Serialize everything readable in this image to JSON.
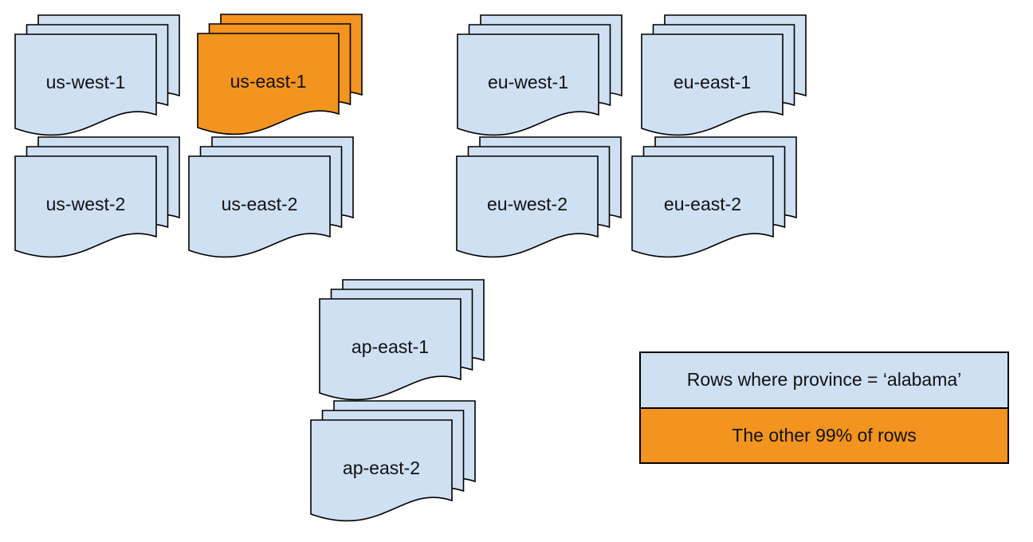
{
  "diagram": {
    "description": "Document stacks representing database regions; one region highlighted",
    "colors": {
      "normal_fill": "#cfe0f3",
      "highlighted_fill": "#f2941f",
      "stroke": "#000000"
    },
    "regions": [
      {
        "id": "us-west-1",
        "label": "us-west-1",
        "highlighted": false
      },
      {
        "id": "us-east-1",
        "label": "us-east-1",
        "highlighted": true
      },
      {
        "id": "eu-west-1",
        "label": "eu-west-1",
        "highlighted": false
      },
      {
        "id": "eu-east-1",
        "label": "eu-east-1",
        "highlighted": false
      },
      {
        "id": "us-west-2",
        "label": "us-west-2",
        "highlighted": false
      },
      {
        "id": "us-east-2",
        "label": "us-east-2",
        "highlighted": false
      },
      {
        "id": "eu-west-2",
        "label": "eu-west-2",
        "highlighted": false
      },
      {
        "id": "eu-east-2",
        "label": "eu-east-2",
        "highlighted": false
      },
      {
        "id": "ap-east-1",
        "label": "ap-east-1",
        "highlighted": false
      },
      {
        "id": "ap-east-2",
        "label": "ap-east-2",
        "highlighted": false
      }
    ],
    "legend": {
      "items": [
        {
          "label": "Rows where province = ‘alabama’",
          "highlighted": false
        },
        {
          "label": "The other 99% of rows",
          "highlighted": true
        }
      ]
    }
  }
}
